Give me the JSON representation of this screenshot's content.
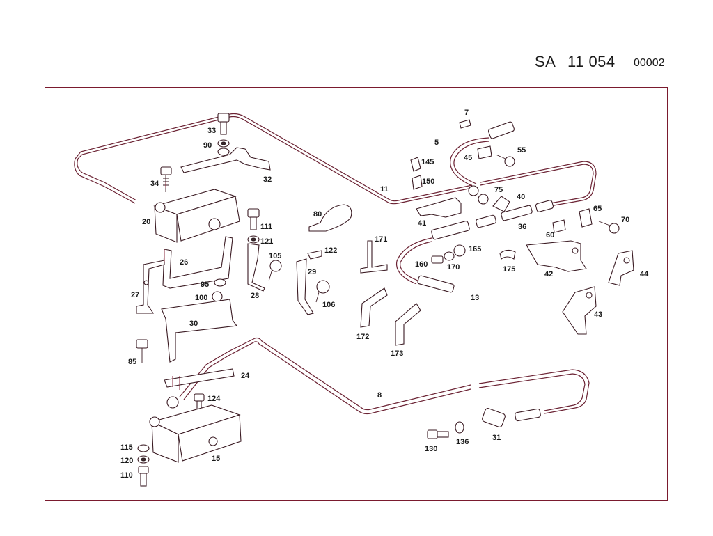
{
  "header": {
    "code": "SA",
    "number": "11 054",
    "sub": "00002"
  },
  "labels": {
    "l7": "7",
    "l5": "5",
    "l33": "33",
    "l90": "90",
    "l32": "32",
    "l34": "34",
    "l20": "20",
    "l45": "45",
    "l55": "55",
    "l145": "145",
    "l150": "150",
    "l11": "11",
    "l75": "75",
    "l40": "40",
    "l41": "41",
    "l36": "36",
    "l65": "65",
    "l70": "70",
    "l60": "60",
    "l80": "80",
    "l111": "111",
    "l121": "121",
    "l105": "105",
    "l26": "26",
    "l95": "95",
    "l100": "100",
    "l28": "28",
    "l27": "27",
    "l30": "30",
    "l122": "122",
    "l29": "29",
    "l106": "106",
    "l171": "171",
    "l165": "165",
    "l160": "160",
    "l170": "170",
    "l175": "175",
    "l42": "42",
    "l44": "44",
    "l13": "13",
    "l43": "43",
    "l172": "172",
    "l173": "173",
    "l85": "85",
    "l24": "24",
    "l124": "124",
    "l8": "8",
    "l115": "115",
    "l120": "120",
    "l110": "110",
    "l15": "15",
    "l130": "130",
    "l136": "136",
    "l31": "31"
  }
}
